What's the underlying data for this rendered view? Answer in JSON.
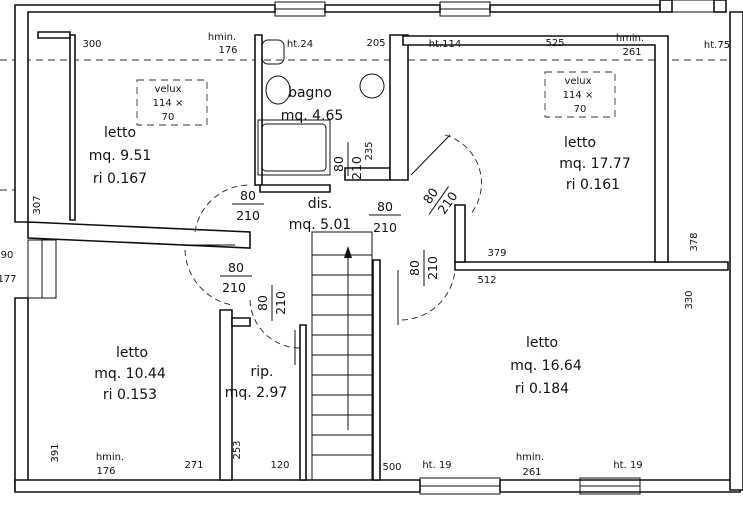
{
  "rooms": {
    "letto_nw": {
      "name": "letto",
      "area": "mq. 9.51",
      "ri": "ri 0.167"
    },
    "bagno": {
      "name": "bagno",
      "area": "mq. 4.65"
    },
    "letto_ne": {
      "name": "letto",
      "area": "mq. 17.77",
      "ri": "ri 0.161"
    },
    "dis": {
      "name": "dis.",
      "area": "mq. 5.01"
    },
    "letto_sw": {
      "name": "letto",
      "area": "mq. 10.44",
      "ri": "ri 0.153"
    },
    "rip": {
      "name": "rip.",
      "area": "mq. 2.97"
    },
    "letto_se": {
      "name": "letto",
      "area": "mq. 16.64",
      "ri": "ri 0.184"
    }
  },
  "velux": {
    "nw": {
      "label": "velux",
      "size": "114 ×",
      "h": "70"
    },
    "ne": {
      "label": "velux",
      "size": "114 ×",
      "h": "70"
    }
  },
  "doors": {
    "d1": {
      "w": "80",
      "h": "210"
    },
    "d2": {
      "w": "80",
      "h": "210"
    },
    "d3": {
      "w": "80",
      "h": "210"
    },
    "d4": {
      "w": "80",
      "h": "210"
    },
    "d5": {
      "w": "80",
      "h": "210"
    },
    "d6": {
      "w": "80",
      "h": "210"
    },
    "d7": {
      "w": "80",
      "h": "210"
    }
  },
  "dims": {
    "d300": "300",
    "hmin_nw": "hmin.",
    "hmin_nw_val": "176",
    "ht24": "ht.24",
    "d205": "205",
    "ht114": "ht.114",
    "d525": "525",
    "hmin_ne": "hmin.",
    "hmin_ne_val": "261",
    "ht75": "ht.75",
    "d235": "235",
    "d307": "307",
    "d379": "379",
    "d378": "378",
    "d512": "512",
    "d330": "330",
    "d90": "90",
    "d177": "177",
    "d391": "391",
    "hmin_sw": "hmin.",
    "hmin_sw_val": "176",
    "d271": "271",
    "d253": "253",
    "d120": "120",
    "d500": "500",
    "ht19a": "ht. 19",
    "hmin_se": "hmin.",
    "hmin_se_val": "261",
    "ht19b": "ht. 19"
  }
}
